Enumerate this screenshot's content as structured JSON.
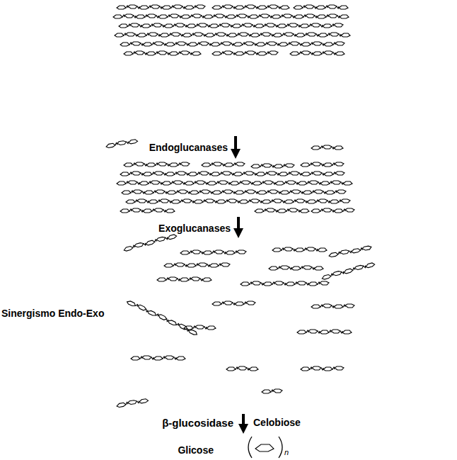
{
  "diagram": {
    "labels": [
      "Endoglucanases",
      "Exoglucanases",
      "Sinergismo Endo-Exo",
      "β-glucosidase",
      "Celobiose",
      "Glicose",
      "n"
    ]
  }
}
